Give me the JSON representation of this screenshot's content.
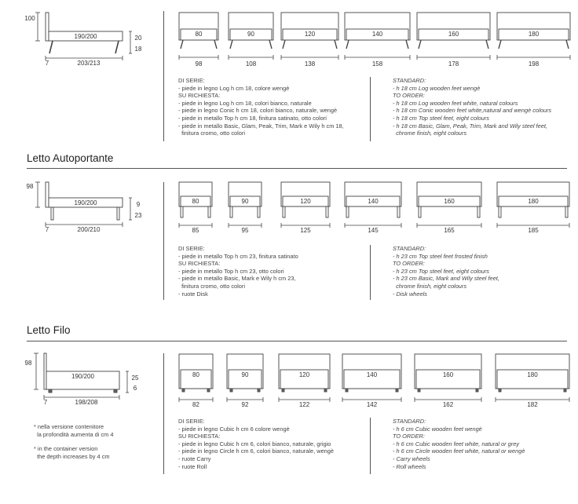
{
  "sections": [
    {
      "title": "",
      "side": {
        "height": "100",
        "length": "203/213",
        "frame_h": "20",
        "feet_h": "18",
        "foot_offset": "7",
        "inner": "190/200"
      },
      "widths": [
        "80",
        "90",
        "120",
        "140",
        "160",
        "180"
      ],
      "lengths": [
        "98",
        "108",
        "138",
        "158",
        "178",
        "198"
      ],
      "notes_it": [
        "DI SERIE:",
        "- piede in legno Log h cm 18, colore wengè",
        "SU RICHIESTA:",
        "- piede in legno Log h cm 18, colori bianco, naturale",
        "- piede in legno Conic h cm 18, colori bianco, naturale, wengè",
        "- piede in metallo Top h cm 18, finitura satinato, otto colori",
        "- piede in metallo Basic, Glam, Peak, Trim, Mark e Wily h cm 18,",
        "  finitura cromo, otto colori"
      ],
      "notes_en": [
        "STANDARD:",
        "- h 18 cm Log wooden feet wengè",
        "TO ORDER:",
        "- h 18 cm Log wooden feet white, natural colours",
        "- h 18 cm Conic wooden feet white,natural and wengè colours",
        "- h 18 cm Top steel feet, eight colours",
        "- h 18 cm Basic, Glam, Peak, Trim, Mark and Wily steel feet,",
        "  chrome finish, eight colours"
      ]
    },
    {
      "title": "Letto Autoportante",
      "side": {
        "height": "98",
        "length": "200/210",
        "frame_h": "9",
        "feet_h": "23",
        "foot_offset": "7",
        "inner": "190/200"
      },
      "widths": [
        "80",
        "90",
        "120",
        "140",
        "160",
        "180"
      ],
      "lengths": [
        "85",
        "95",
        "125",
        "145",
        "165",
        "185"
      ],
      "notes_it": [
        "DI SERIE:",
        "- piede in metallo Top h cm 23, finitura satinato",
        "SU RICHIESTA:",
        "- piede in metallo Top h cm 23, otto colori",
        "- piede in metallo Basic, Mark e Wily h cm 23,",
        "  finitura cromo, otto colori",
        "- ruote Disk"
      ],
      "notes_en": [
        "STANDARD:",
        "- h 23 cm Top steel feet frosted finish",
        "TO ORDER:",
        "- h 23 cm Top steel feet, eight colours",
        "- h 23 cm Basic, Mark and Wily steel feet,",
        "  chrome finish, eight colours",
        "- Disk wheels"
      ]
    },
    {
      "title": "Letto Filo",
      "side": {
        "height": "98",
        "length": "198/208",
        "frame_h": "25",
        "feet_h": "6",
        "foot_offset": "7",
        "inner": "190/200"
      },
      "widths": [
        "80",
        "90",
        "120",
        "140",
        "160",
        "180"
      ],
      "lengths": [
        "82",
        "92",
        "122",
        "142",
        "162",
        "182"
      ],
      "notes_it": [
        "DI SERIE:",
        "- piede in legno Cubic h cm 6 colore wengè",
        "SU RICHIESTA:",
        "- piede in legno Cubic h cm 6, colori bianco, naturale, grigio",
        "- piede in legno Circle h cm 6, colori bianco, naturale, wengè",
        "- ruote Carry",
        "- ruote Roll"
      ],
      "notes_en": [
        "STANDARD:",
        "- h 6 cm Cubic wooden feet wengè",
        "TO ORDER:",
        "- h 6 cm Cubic wooden feet white, natural or grey",
        "- h 6 cm Circle wooden feet white, natural or wengè",
        "- Carry wheels",
        "- Roll wheels"
      ],
      "footnote_it": [
        "* nella versione contenitore",
        "  la profondità aumenta di cm 4"
      ],
      "footnote_en": [
        "* in the container version",
        "  the depth increases by 4 cm"
      ]
    }
  ]
}
